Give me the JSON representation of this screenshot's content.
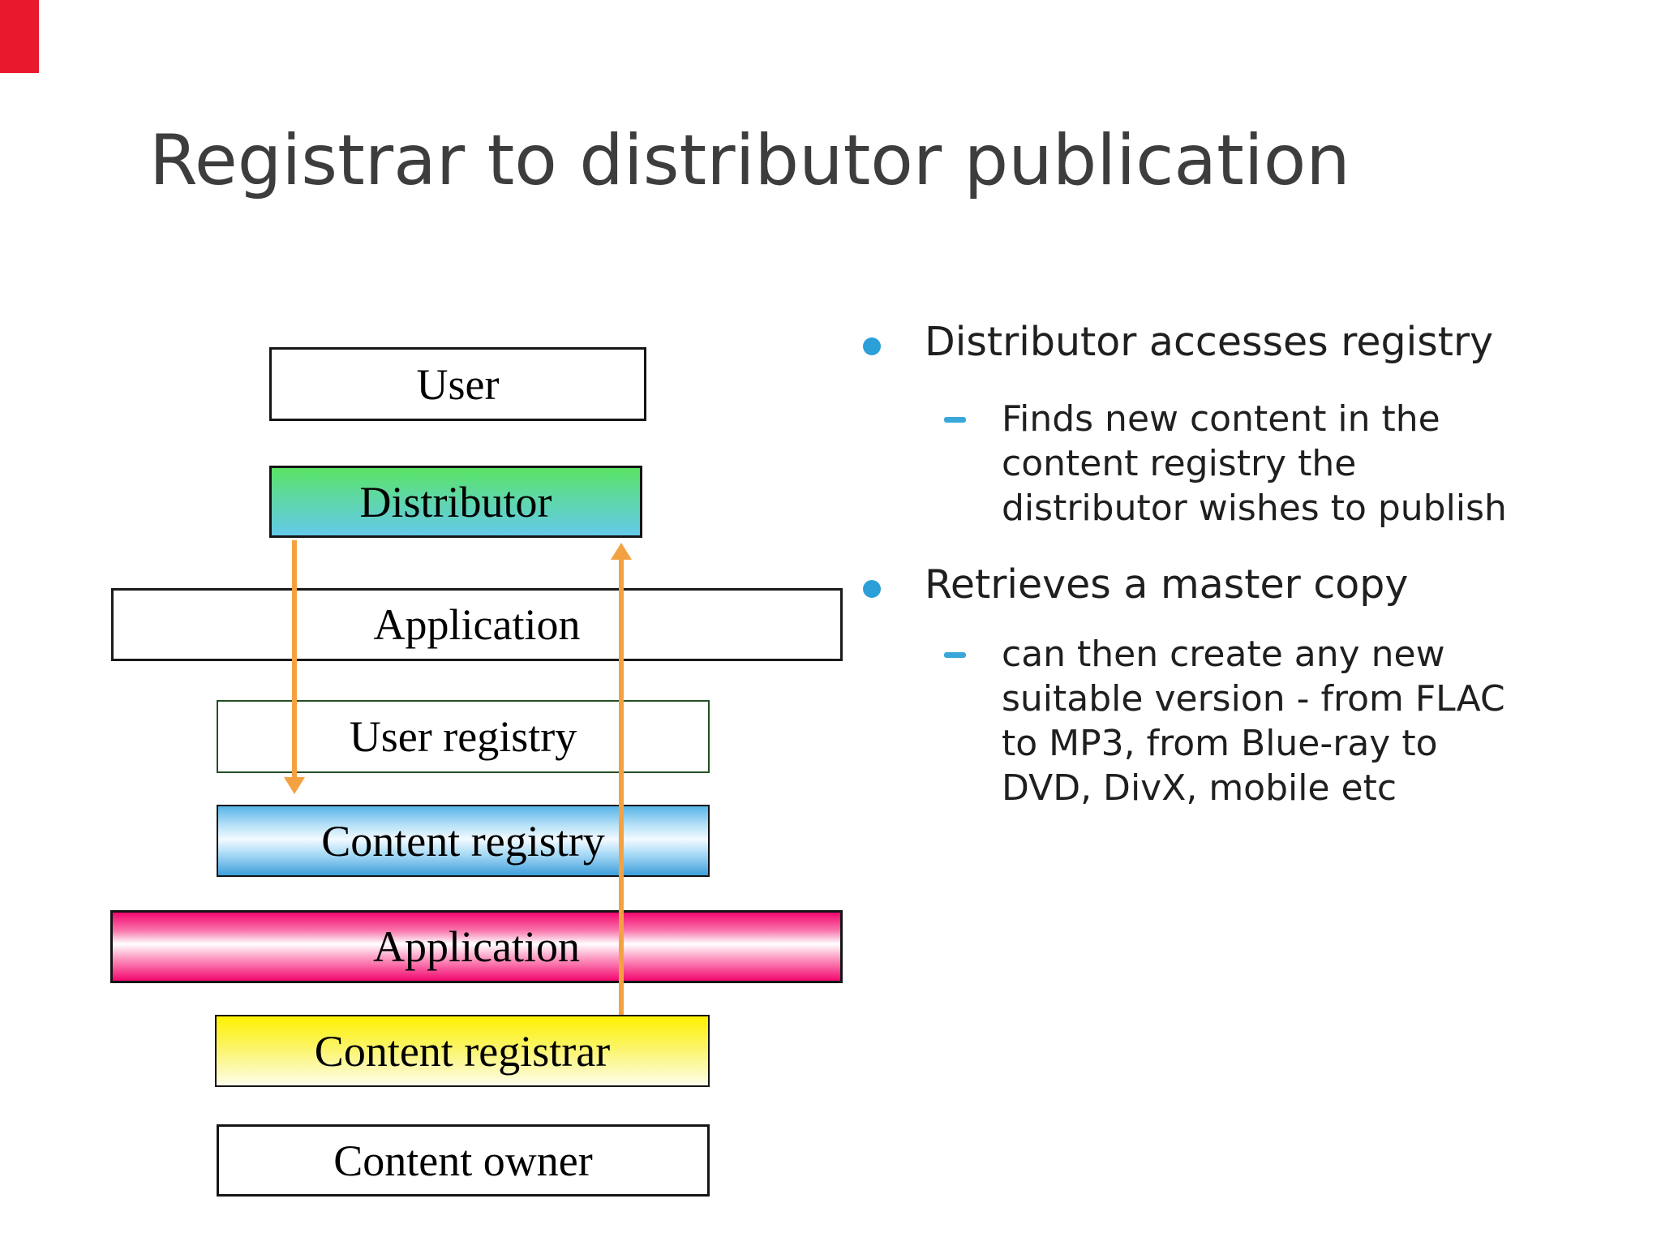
{
  "slide": {
    "title": "Registrar to distributor publication"
  },
  "corner_mark": {
    "color": "#e8192c"
  },
  "diagram": {
    "boxes": [
      {
        "id": "user",
        "label": "User",
        "fill": "#ffffff"
      },
      {
        "id": "distributor",
        "label": "Distributor",
        "fill": "gradient-green-to-blue"
      },
      {
        "id": "application-top",
        "label": "Application",
        "fill": "#ffffff"
      },
      {
        "id": "user-registry",
        "label": "User registry",
        "fill": "#ffffff",
        "border": "#234f23"
      },
      {
        "id": "content-registry",
        "label": "Content registry",
        "fill": "gradient-blue-cylinder"
      },
      {
        "id": "application-bottom",
        "label": "Application",
        "fill": "gradient-pink-cylinder"
      },
      {
        "id": "content-registrar",
        "label": "Content registrar",
        "fill": "gradient-yellow"
      },
      {
        "id": "content-owner",
        "label": "Content owner",
        "fill": "#ffffff"
      }
    ],
    "arrows": [
      {
        "id": "down-arrow",
        "direction": "down",
        "from": "Distributor",
        "to": "Content registry",
        "color": "#f4a241"
      },
      {
        "id": "up-arrow",
        "direction": "up",
        "from": "Content registrar",
        "to": "Distributor",
        "color": "#f4a241"
      }
    ]
  },
  "bullets": [
    {
      "text": "Distributor accesses registry",
      "marker_color": "#2ba0d8",
      "sub_lines": {
        "0": "Finds new content in the",
        "1": "content registry the",
        "2": "distributor wishes to publish"
      }
    },
    {
      "text": "Retrieves a master copy",
      "marker_color": "#2ba0d8",
      "sub_lines": {
        "0": "can then create any new",
        "1": "suitable version - from FLAC",
        "2": "to MP3, from Blue-ray to",
        "3": "DVD, DivX, mobile etc"
      }
    }
  ],
  "colors": {
    "title_text": "#3d3d3d",
    "body_text": "#1f1f1f",
    "bullet_blue": "#2ba0d8",
    "arrow_orange": "#f4a241",
    "distributor_top": "#59e364",
    "distributor_bottom": "#64c9e9",
    "registry_blue": "#57b5e8",
    "application_pink": "#f3076f",
    "registrar_yellow": "#fff200"
  }
}
